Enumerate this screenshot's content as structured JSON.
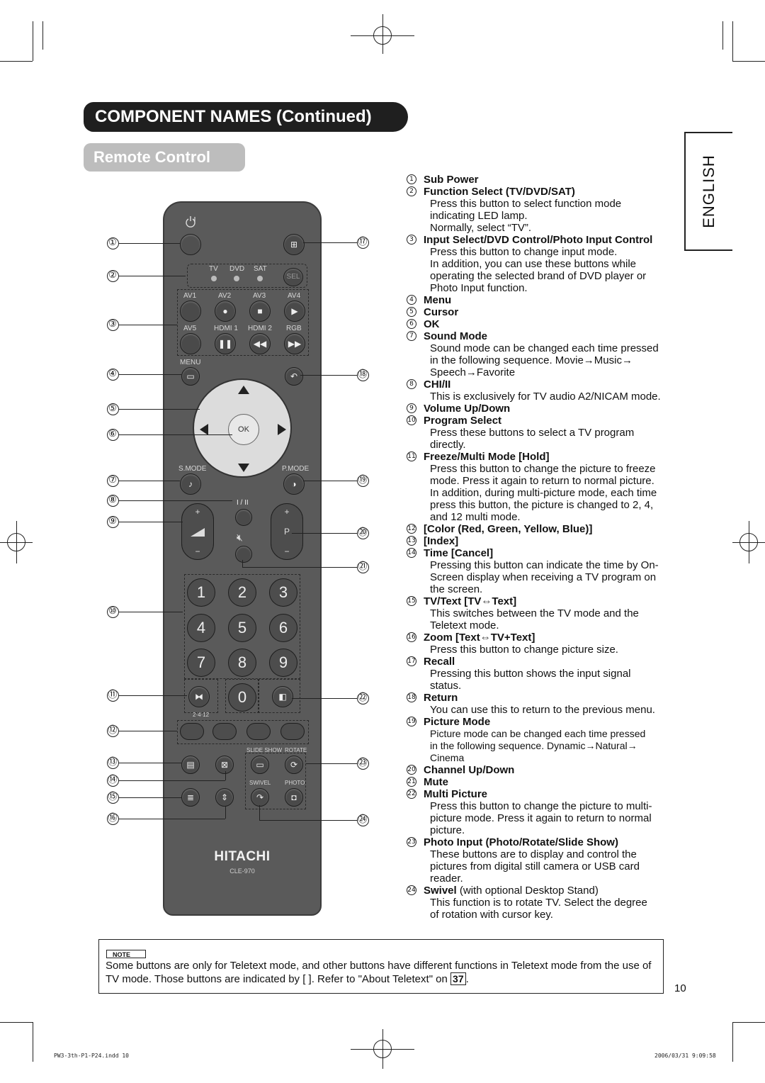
{
  "header": {
    "title": "COMPONENT NAMES (Continued)",
    "subtitle": "Remote Control",
    "language_tab": "ENGLISH"
  },
  "remote": {
    "mode_labels": [
      "TV",
      "DVD",
      "SAT"
    ],
    "sel_label": "SEL",
    "input_row1": [
      "AV1",
      "AV2",
      "AV3",
      "AV4"
    ],
    "input_row2": [
      "AV5",
      "HDMI 1",
      "HDMI 2",
      "RGB"
    ],
    "menu_label": "MENU",
    "ok_label": "OK",
    "smode_label": "S.MODE",
    "pmode_label": "P.MODE",
    "chi_label": "I / II",
    "vol_plus": "+",
    "vol_minus": "−",
    "prog_plus": "+",
    "prog_label": "P",
    "prog_minus": "−",
    "digits": [
      "1",
      "2",
      "3",
      "4",
      "5",
      "6",
      "7",
      "8",
      "9",
      "0"
    ],
    "multi_label": "2·4·12",
    "slideshow_label": "SLIDE SHOW",
    "rotate_label": "ROTATE",
    "swivel_label": "SWIVEL",
    "photo_label": "PHOTO",
    "brand": "HITACHI",
    "model": "CLE-970"
  },
  "callouts": {
    "left": [
      "①",
      "②",
      "③",
      "④",
      "⑤",
      "⑥",
      "⑦",
      "⑧",
      "⑨",
      "⑩",
      "⑪",
      "⑫",
      "⑬",
      "⑭",
      "⑮",
      "⑯"
    ],
    "right": [
      "⑰",
      "⑱",
      "⑲",
      "⑳",
      "㉑",
      "㉒",
      "㉓",
      "㉔"
    ]
  },
  "items": [
    {
      "num": "1",
      "title": "Sub Power",
      "desc": []
    },
    {
      "num": "2",
      "title": "Function Select (TV/DVD/SAT)",
      "desc": [
        "Press this button to select function mode",
        "indicating LED lamp.",
        "Normally, select “TV”."
      ]
    },
    {
      "num": "3",
      "title": "Input Select/DVD Control/Photo Input Control",
      "desc": [
        "Press this button to change input mode.",
        "In addition, you can use these buttons while",
        "operating the selected brand of DVD player or",
        "Photo Input function."
      ]
    },
    {
      "num": "4",
      "title": "Menu",
      "desc": []
    },
    {
      "num": "5",
      "title": "Cursor",
      "desc": []
    },
    {
      "num": "6",
      "title": "OK",
      "desc": []
    },
    {
      "num": "7",
      "title": "Sound Mode",
      "desc": [
        "Sound mode can be changed each time pressed",
        "in the following sequence. Movie→Music→",
        "Speech→Favorite"
      ]
    },
    {
      "num": "8",
      "title": "CHI/II",
      "desc": [
        "This is exclusively for TV audio A2/NICAM mode."
      ]
    },
    {
      "num": "9",
      "title": "Volume Up/Down",
      "desc": []
    },
    {
      "num": "10",
      "title": "Program Select",
      "desc": [
        "Press these buttons to select a TV program",
        "directly."
      ]
    },
    {
      "num": "11",
      "title": "Freeze/Multi Mode [Hold]",
      "desc": [
        "Press this button to change the picture to freeze",
        "mode. Press it again to return to normal picture.",
        "In addition, during multi-picture mode, each time",
        "press this button, the picture is changed to 2, 4,",
        "and 12 multi mode."
      ]
    },
    {
      "num": "12",
      "title": "[Color (Red, Green, Yellow, Blue)]",
      "desc": []
    },
    {
      "num": "13",
      "title": "[Index]",
      "desc": []
    },
    {
      "num": "14",
      "title": "Time [Cancel]",
      "desc": [
        "Pressing this button can indicate the time by On-",
        "Screen display when receiving a TV program on",
        "the screen."
      ]
    },
    {
      "num": "15",
      "title": "TV/Text [TV⇔Text]",
      "desc": [
        "This switches between the TV mode and the",
        "Teletext mode."
      ]
    },
    {
      "num": "16",
      "title": "Zoom [Text⇔TV+Text]",
      "desc": [
        "Press this button to change picture size."
      ]
    },
    {
      "num": "17",
      "title": "Recall",
      "desc": [
        "Pressing this button shows the input signal",
        "status."
      ]
    },
    {
      "num": "18",
      "title": "Return",
      "desc": [
        "You can use this to return to the previous menu."
      ]
    },
    {
      "num": "19",
      "title": "Picture Mode",
      "desc": [
        "Picture mode can be changed each time pressed",
        "in the following sequence. Dynamic→Natural→",
        "Cinema"
      ]
    },
    {
      "num": "20",
      "title": "Channel Up/Down",
      "desc": []
    },
    {
      "num": "21",
      "title": "Mute",
      "desc": []
    },
    {
      "num": "22",
      "title": "Multi Picture",
      "desc": [
        "Press this button to change the picture to multi-",
        "picture mode. Press it again to return to normal",
        "picture."
      ]
    },
    {
      "num": "23",
      "title": "Photo Input (Photo/Rotate/Slide Show)",
      "desc": [
        "These buttons are to display and control the",
        "pictures from digital still camera or USB card",
        "reader."
      ]
    },
    {
      "num": "24",
      "title": "Swivel",
      "suffix": " (with optional Desktop Stand)",
      "desc": [
        "This function is to rotate TV. Select the degree",
        "of rotation with cursor key."
      ]
    }
  ],
  "note": {
    "tag": "NOTE",
    "text_before": "Some buttons are only for Teletext mode, and other buttons have different functions in Teletext mode from the use of TV mode. Those buttons are indicated by [  ]. Refer to \"About Teletext\" on ",
    "page_ref": "37",
    "text_after": "."
  },
  "page_number": "10",
  "footer": {
    "file": "PW3-3th-P1-P24.indd   10",
    "stamp": "2006/03/31   9:09:58"
  }
}
